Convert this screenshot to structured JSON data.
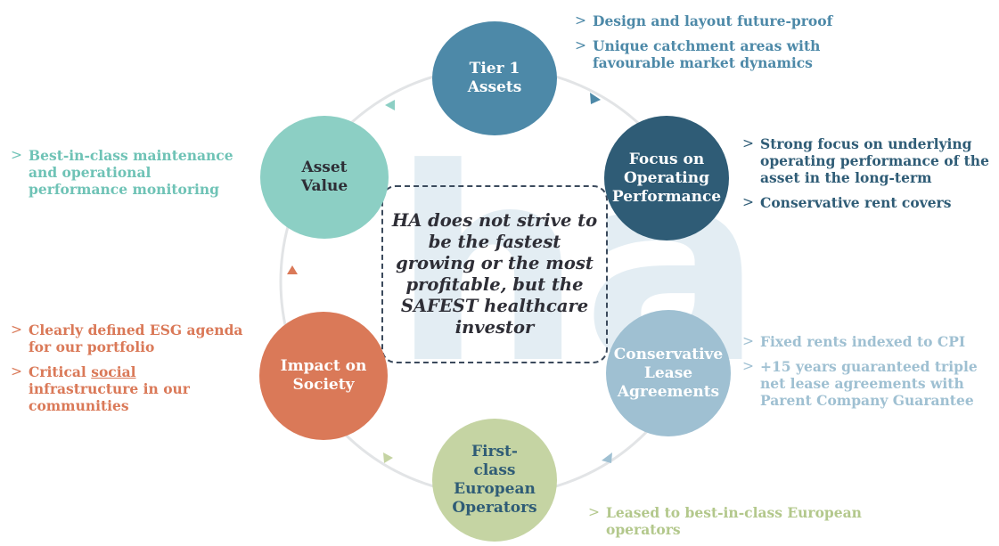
{
  "center_statement": "HA does not strive to\nbe the fastest\ngrowing or the most\nprofitable, but the\nSAFEST healthcare\ninvestor",
  "watermark_icon": "ha-logo-watermark",
  "colors": {
    "tier1": "#4d89a8",
    "operating": "#2f5c76",
    "lease": "#9fc0d2",
    "operators": "#c5d4a3",
    "society": "#da7958",
    "asset_value": "#8ccfc4",
    "ring": "#e2e4e6"
  },
  "nodes": [
    {
      "id": "tier1",
      "label": "Tier 1\nAssets"
    },
    {
      "id": "operating",
      "label": "Focus on\nOperating\nPerformance"
    },
    {
      "id": "lease",
      "label": "Conservative\nLease\nAgreements"
    },
    {
      "id": "operators",
      "label": "First-\nclass\nEuropean\nOperators"
    },
    {
      "id": "society",
      "label": "Impact on\nSociety"
    },
    {
      "id": "asset_value",
      "label": "Asset\nValue"
    }
  ],
  "bullets": {
    "tier1": [
      "Design and layout future-proof",
      "Unique catchment areas with\nfavourable market dynamics"
    ],
    "operating": [
      "Strong focus on underlying\noperating performance of the\nasset in the long-term",
      "Conservative rent covers"
    ],
    "lease": [
      "Fixed rents indexed to CPI",
      "+15 years guaranteed triple\nnet lease agreements with\nParent Company Guarantee"
    ],
    "operators": [
      "Leased to best-in-class European\noperators"
    ],
    "society_1": "Clearly defined ESG agenda\nfor our portfolio",
    "society_2_pre": "Critical ",
    "society_2_underlined": "social",
    "society_2_post": "\ninfrastructure in our\ncommunities",
    "asset_value": [
      "Best-in-class maintenance\nand operational\nperformance monitoring"
    ]
  },
  "chevron": ">"
}
